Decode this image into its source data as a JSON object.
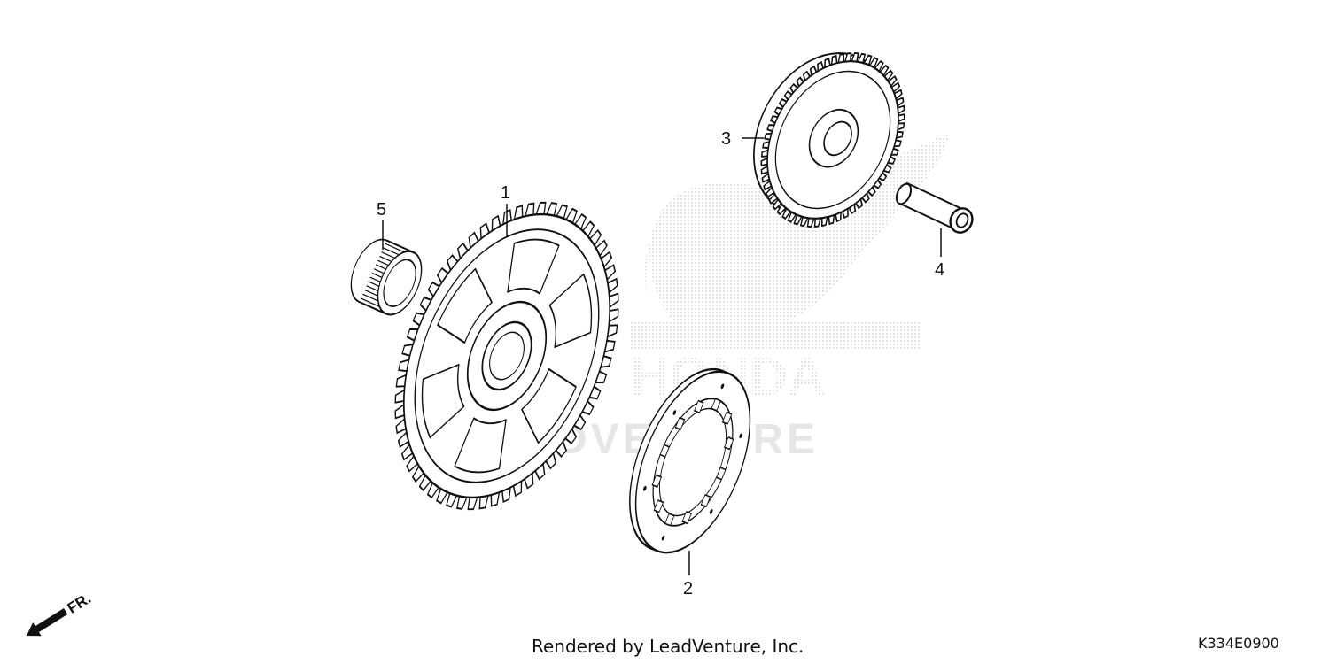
{
  "callouts": {
    "part1": "1",
    "part2": "2",
    "part3": "3",
    "part4": "4",
    "part5": "5"
  },
  "watermark": {
    "brand": "HONDA",
    "dealer": "LEADVENTURE",
    "icon": "honda-wing-logo"
  },
  "direction": {
    "label": "FR.",
    "icon": "front-direction-arrow-icon"
  },
  "footer": {
    "credit": "Rendered by LeadVenture, Inc.",
    "diagram_code": "K334E0900"
  },
  "colors": {
    "line": "#111111",
    "watermark": "#d9d9d9"
  }
}
